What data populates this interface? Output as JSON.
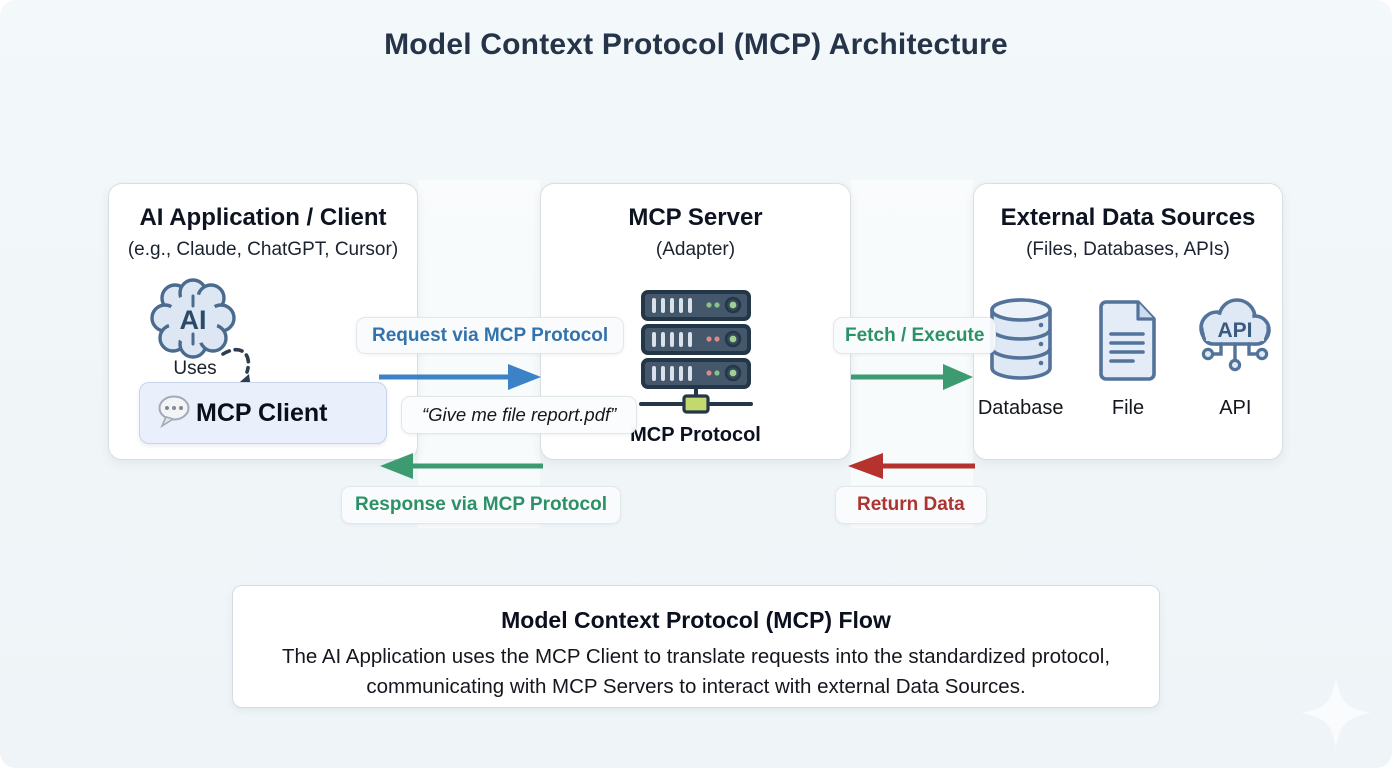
{
  "page": {
    "title": "Model Context Protocol (MCP) Architecture"
  },
  "colors": {
    "background": "#f2f7f9",
    "accent_blue": "#3b82c6",
    "accent_green": "#3d9b72",
    "accent_red": "#b5322e",
    "title_navy": "#263449",
    "client_pill_bg": "#e9effb"
  },
  "boxes": {
    "client": {
      "title": "AI Application / Client",
      "subtitle": "(e.g., Claude, ChatGPT, Cursor)",
      "brain_icon": "brain-ai-icon",
      "brain_label": "AI",
      "uses_label": "Uses",
      "mcp_client_icon": "speech-bubble-icon",
      "mcp_client_label": "MCP Client"
    },
    "server": {
      "title": "MCP Server",
      "subtitle": "(Adapter)",
      "server_icon": "server-rack-icon",
      "protocol_label": "MCP Protocol"
    },
    "sources": {
      "title": "External Data Sources",
      "subtitle": "(Files, Databases, APIs)",
      "items": [
        {
          "label": "Database",
          "icon": "database-icon"
        },
        {
          "label": "File",
          "icon": "file-icon"
        },
        {
          "label": "API",
          "icon": "api-cloud-icon"
        }
      ],
      "api_cloud_label": "API"
    }
  },
  "flows": {
    "request": {
      "label": "Request via MCP Protocol",
      "direction": "right",
      "color": "#3b82c6"
    },
    "request_example": {
      "label": "“Give me file report.pdf”"
    },
    "fetch": {
      "label": "Fetch / Execute",
      "direction": "right",
      "color": "#3d9b72"
    },
    "response": {
      "label": "Response via MCP Protocol",
      "direction": "left",
      "color": "#3d9b72"
    },
    "return": {
      "label": "Return Data",
      "direction": "left",
      "color": "#b5322e"
    }
  },
  "footer": {
    "title": "Model Context Protocol (MCP) Flow",
    "description": "The AI Application uses the MCP Client to translate requests into the standardized protocol, communicating with MCP Servers to interact with external Data Sources."
  }
}
